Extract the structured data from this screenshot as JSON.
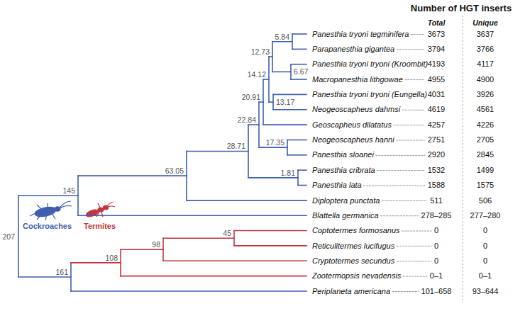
{
  "diagram": {
    "title": "Number of HGT inserts",
    "labels": [
      "Total",
      "Unique",
      "Panesthia tryoni tegminifera",
      "3673",
      "3637",
      "Parapanesthia gigantea",
      "3794",
      "3766",
      "Panesthia tryoni tryoni (Kroombit)",
      "4193",
      "4117",
      "Macropanesthia lithgowae",
      "4955",
      "4900",
      "Panesthia tryoni tryoni (Eungella)",
      "4031",
      "3926",
      "Neogeoscapheus dahmsi",
      "4619",
      "4561",
      "Geoscapheus dilatatus",
      "4257",
      "4226",
      "Neogeoscapheus hanni",
      "2751",
      "2705",
      "Panesthia sloanei",
      "2920",
      "2845",
      "Panesthia cribrata",
      "1532",
      "1499",
      "Panesthia lata",
      "1588",
      "1575",
      "Diploptera punctata",
      "511",
      "506",
      "Blattella germanica",
      "278–285",
      "277–280",
      "Coptotermes formosanus",
      "0",
      "0",
      "Reticulitermes lucifugus",
      "0",
      "0",
      "Cryptotermes secundus",
      "0",
      "0",
      "Zootermopsis nevadensis",
      "0–1",
      "0–1",
      "Periplaneta americana",
      "101–658",
      "93–644",
      "5.84",
      "12.73",
      "6.67",
      "14.12",
      "13.17",
      "20.91",
      "22.84",
      "17.35",
      "28.71",
      "1.81",
      "63.05",
      "145",
      "207",
      "45",
      "98",
      "108",
      "161",
      "Cockroaches",
      "Termites"
    ]
  }
}
